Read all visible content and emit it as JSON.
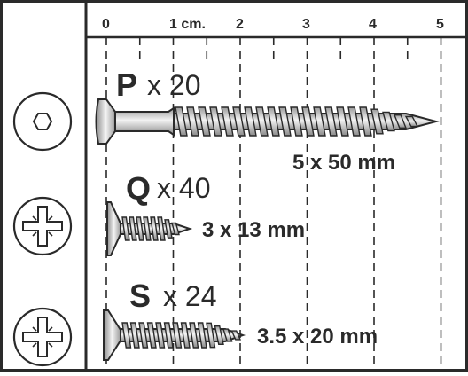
{
  "ruler": {
    "labels": [
      "0",
      "1 cm.",
      "2",
      "3",
      "4",
      "5"
    ]
  },
  "screws": [
    {
      "letter": "P",
      "quantity": "x 20",
      "size": "5 x 50 mm",
      "head": "hex-socket"
    },
    {
      "letter": "Q",
      "quantity": "x 40",
      "size": "3 x 13 mm",
      "head": "pozidriv"
    },
    {
      "letter": "S",
      "quantity": "x 24",
      "size": "3.5 x 20 mm",
      "head": "pozidriv"
    }
  ],
  "colors": {
    "ink": "#2a2a2a",
    "metal_light": "#f2f2f2",
    "metal_dark": "#9a9a9a",
    "background": "#ffffff"
  }
}
